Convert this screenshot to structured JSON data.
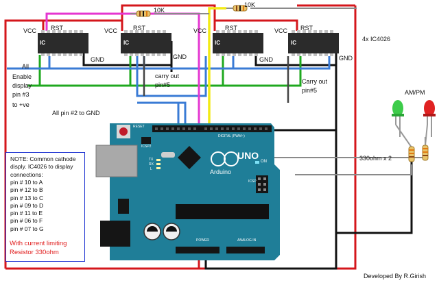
{
  "labels": {
    "vcc": "VCC",
    "rst": "RST",
    "gnd": "GND",
    "ic": "IC",
    "r10k": "10K",
    "all_enable": [
      "All",
      "Enable",
      "display",
      "pin #3",
      "to +ve"
    ],
    "carry_out": [
      "carry out",
      "pin#5"
    ],
    "carry_out_2": [
      "Carry out",
      "pin#5"
    ],
    "all_pin2": "All pin #2 to GND",
    "ic_count": "4x IC4026",
    "am_pm": "AM/PM",
    "resistors": "330ohm x 2",
    "credit": "Developed By R.Girish"
  },
  "note": {
    "lines": [
      "NOTE: Common cathode",
      "disply. IC4026 to display",
      "connections:",
      "pin # 10 to A",
      "pin # 12 to B",
      "pin # 13 to C",
      "pin # 09 to D",
      "pin # 11 to E",
      "pin # 06 to F",
      "pin # 07 to G"
    ],
    "warning": [
      "With current limiting",
      "Resistor 330ohm"
    ]
  },
  "arduino": {
    "brand": "Arduino",
    "model": "UNO",
    "reset": "RESET",
    "on": "ON",
    "tx": "TX",
    "rx": "RX",
    "l": "L",
    "icsp": "ICSP",
    "icsp2": "ICSP2",
    "digital": "DIGITAL (PWM~)",
    "power": "POWER",
    "analog": "ANALOG IN"
  },
  "colors": {
    "red": "#d4161b",
    "black": "#111111",
    "green": "#1fa81f",
    "blue": "#3a7bd5",
    "magenta": "#e536d1",
    "yellow": "#f2ea17",
    "gray": "#8a8a8a",
    "board": "#1f7e98",
    "chip": "#2b2b2b",
    "note_border": "#1a2fd1"
  }
}
